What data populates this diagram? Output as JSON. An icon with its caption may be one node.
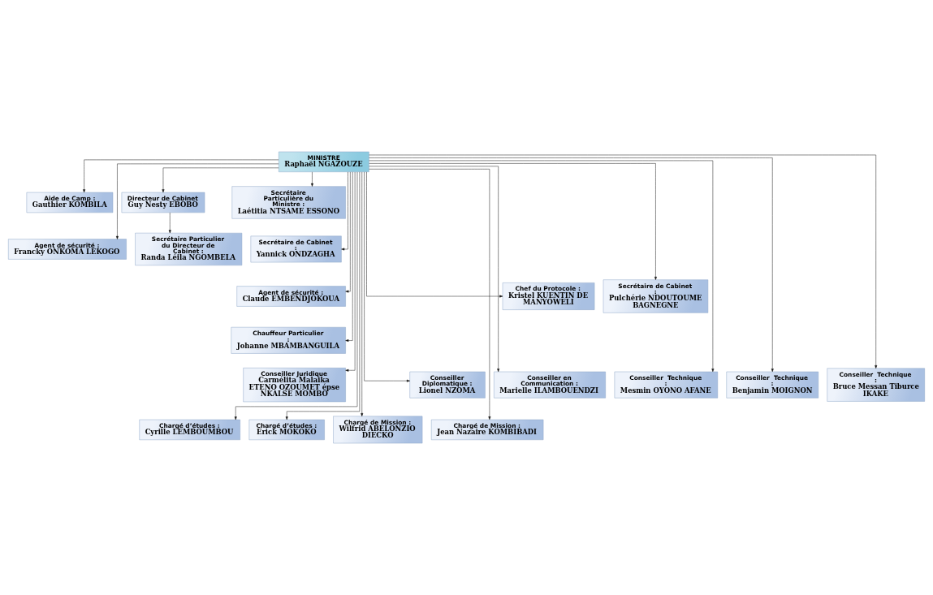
{
  "diagram": {
    "nodes": [
      {
        "text": [
          "MINISTRE",
          "Raphaël NGAZOUZE"
        ]
      },
      {
        "text": [
          "Directeur de Cabinet",
          "Guy Nesty EBOBO"
        ]
      },
      {
        "text": [
          "Secrétaire Particulier du Directeur de Cabinet :",
          "Randa Léila NGOMBELA"
        ]
      },
      {
        "text": [
          "Aide de Camp :",
          "Gauthier KOMBILA"
        ]
      },
      {
        "text": [
          "Agent de sécurité :",
          "Francky ONKOMA LEKOGO"
        ]
      },
      {
        "text": [
          "Agent de sécurité :",
          "Claude EMBENDJOKOUA"
        ]
      },
      {
        "text": [
          "Chef du Protocole :",
          "Kristel KUENTIN DE MANYOWELI"
        ]
      },
      {
        "text": [
          "Chauffeur Particulier :",
          "Johanne MBAMBANGUILA"
        ]
      },
      {
        "text": [
          "Secrétaire Particulière du Ministre :",
          "Laétitia NTSAME ESSONO"
        ]
      },
      {
        "text": [
          "Secrétaire de Cabinet :",
          "Yannick ONDZAGHA"
        ]
      },
      {
        "text": [
          "Secrétaire de Cabinet :",
          "Pulchérie NDOUTOUME BAGNEGNE"
        ]
      },
      {
        "text": [
          "Conseiller Juridique",
          "Carmélita Malaika ETENO OZOUMET épse NKALSE MOMBO"
        ]
      },
      {
        "text": [
          "Conseiller Diplomatique :",
          "Lionel NZOMA"
        ]
      },
      {
        "text": [
          "Conseiller en Communication :",
          "Marielle ILAMBOUENDZI"
        ]
      },
      {
        "text": [
          "Conseiller  Technique :",
          "Mesmin OYONO AFANE"
        ]
      },
      {
        "text": [
          "Conseiller  Technique :",
          "Benjamin MOIGNON"
        ]
      },
      {
        "text": [
          "Conseiller  Technique :",
          "Bruce Messan Tiburce IKAKE"
        ]
      },
      {
        "text": [
          "Chargé d’études :",
          "Cyrille LEMBOUMBOU"
        ]
      },
      {
        "text": [
          "Chargé d’études :",
          "Erick MOKOKO"
        ]
      },
      {
        "text": [
          "Chargé de Mission :",
          "Wilfrid ABELONZIO DIECKO"
        ]
      },
      {
        "text": [
          "Chargé de Mission :",
          "Jean Nazaire KOMBIBADI"
        ]
      }
    ],
    "edges": [
      {
        "from": 0,
        "to": 1,
        "arrow": "to"
      },
      {
        "from": 1,
        "to": 2,
        "arrow": "to"
      },
      {
        "from": 0,
        "to": 3,
        "arrow": "to"
      },
      {
        "from": 0,
        "to": 4,
        "arrow": "to"
      },
      {
        "from": 0,
        "to": 5,
        "arrow": "to"
      },
      {
        "from": 0,
        "to": 6,
        "arrow": "to"
      },
      {
        "from": 0,
        "to": 7,
        "arrow": "to"
      },
      {
        "from": 0,
        "to": 8,
        "arrow": "to"
      },
      {
        "from": 0,
        "to": 9,
        "arrow": "to"
      },
      {
        "from": 0,
        "to": 10,
        "arrow": "to"
      },
      {
        "from": 0,
        "to": 11,
        "arrow": "to"
      },
      {
        "from": 0,
        "to": 12,
        "arrow": "to"
      },
      {
        "from": 0,
        "to": 13,
        "arrow": "to"
      },
      {
        "from": 0,
        "to": 14,
        "arrow": "to"
      },
      {
        "from": 0,
        "to": 15,
        "arrow": "to"
      },
      {
        "from": 0,
        "to": 16,
        "arrow": "to"
      },
      {
        "from": 0,
        "to": 17,
        "arrow": "to"
      },
      {
        "from": 0,
        "to": 18,
        "arrow": "to"
      },
      {
        "from": 0,
        "to": 19,
        "arrow": "to"
      },
      {
        "from": 0,
        "to": 20,
        "arrow": "to"
      }
    ]
  }
}
